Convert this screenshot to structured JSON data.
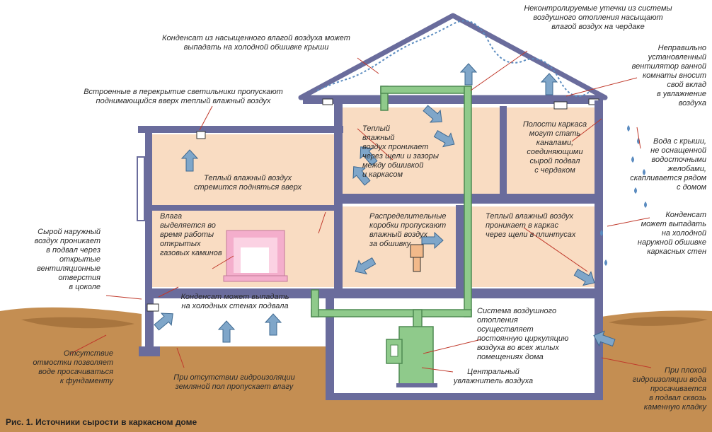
{
  "caption": "Рис. 1. Источники сырости в каркасном доме",
  "labels": {
    "roof_condensate": "Конденсат из насыщенного влагой воздуха может\nвыпадать на холодной обшивке крыши",
    "leaks_attic": "Неконтролируемые утечки из системы\nвоздушного отопления насыщают\nвлагой воздух на чердаке",
    "fan": "Неправильно\nустановленный\nвентилятор ванной\nкомнаты вносит\nсвой вклад\nв увлажнение\nвоздуха",
    "ceiling_lights": "Встроенные в перекрытие светильники пропускают\nподнимающийся вверх теплый влажный воздух",
    "warm_cracks": "Теплый\nвлажный\nвоздух проникает\nчерез щели и зазоры\nмежду обшивкой\nи каркасом",
    "frame_cavities": "Полости каркаса\nмогут стать\nканалами,\nсоединяющими\nсырой подвал\nс чердаком",
    "roof_water": "Вода с крыши,\nне оснащенной\nводосточными\nжелобами,\nскапливается рядом\nс домом",
    "warm_rises": "Теплый влажный воздух\nстремится подняться вверх",
    "ext_condensate": "Конденсат\nможет выпадать\nна холодной\nнаружной обшивке\nкаркасных стен",
    "fireplace": "Влага\nвыделяется во\nвремя работы\nоткрытых\nгазовых каминов",
    "dist_boxes": "Распределительные\nкоробки пропускают\nвлажный воздух\nза обшивку",
    "baseboards": "Теплый влажный воздух\nпроникает в каркас\nчерез щели в плинтусах",
    "vents": "Сырой наружный\nвоздух проникает\nв подвал через\nоткрытые\nвентиляционные\nотверстия\nв цоколе",
    "basement_condensate": "Конденсат может выпадать\nна холодных стенах подвала",
    "heating_system": "Система воздушного\nотопления осуществляет\nпостоянную циркуляцию\nвоздуха во всех жилых\nпомещениях дома",
    "humidifier": "Центральный\nувлажнитель воздуха",
    "no_apron": "Отсутствие\nотмостки позволяет\nводе просачиваться\nк фундаменту",
    "no_waterproofing": "При отсутствии гидроизоляции\nземляной пол пропускает влагу",
    "poor_waterproofing": "При плохой\nгидроизоляции вода\nпросачивается\nв подвал сквозь\nкаменную кладку"
  },
  "colors": {
    "wall": "#6a6c9c",
    "room": "#f9dcc2",
    "ground": "#c48e52",
    "ground_shadow": "#a8753e",
    "duct": "#8fca8b",
    "duct_stroke": "#4f8a52",
    "arrow": "#7fa6c9",
    "arrow_stroke": "#3d6890",
    "water": "#5b8cc0",
    "fireplace": "#f4aecc"
  }
}
